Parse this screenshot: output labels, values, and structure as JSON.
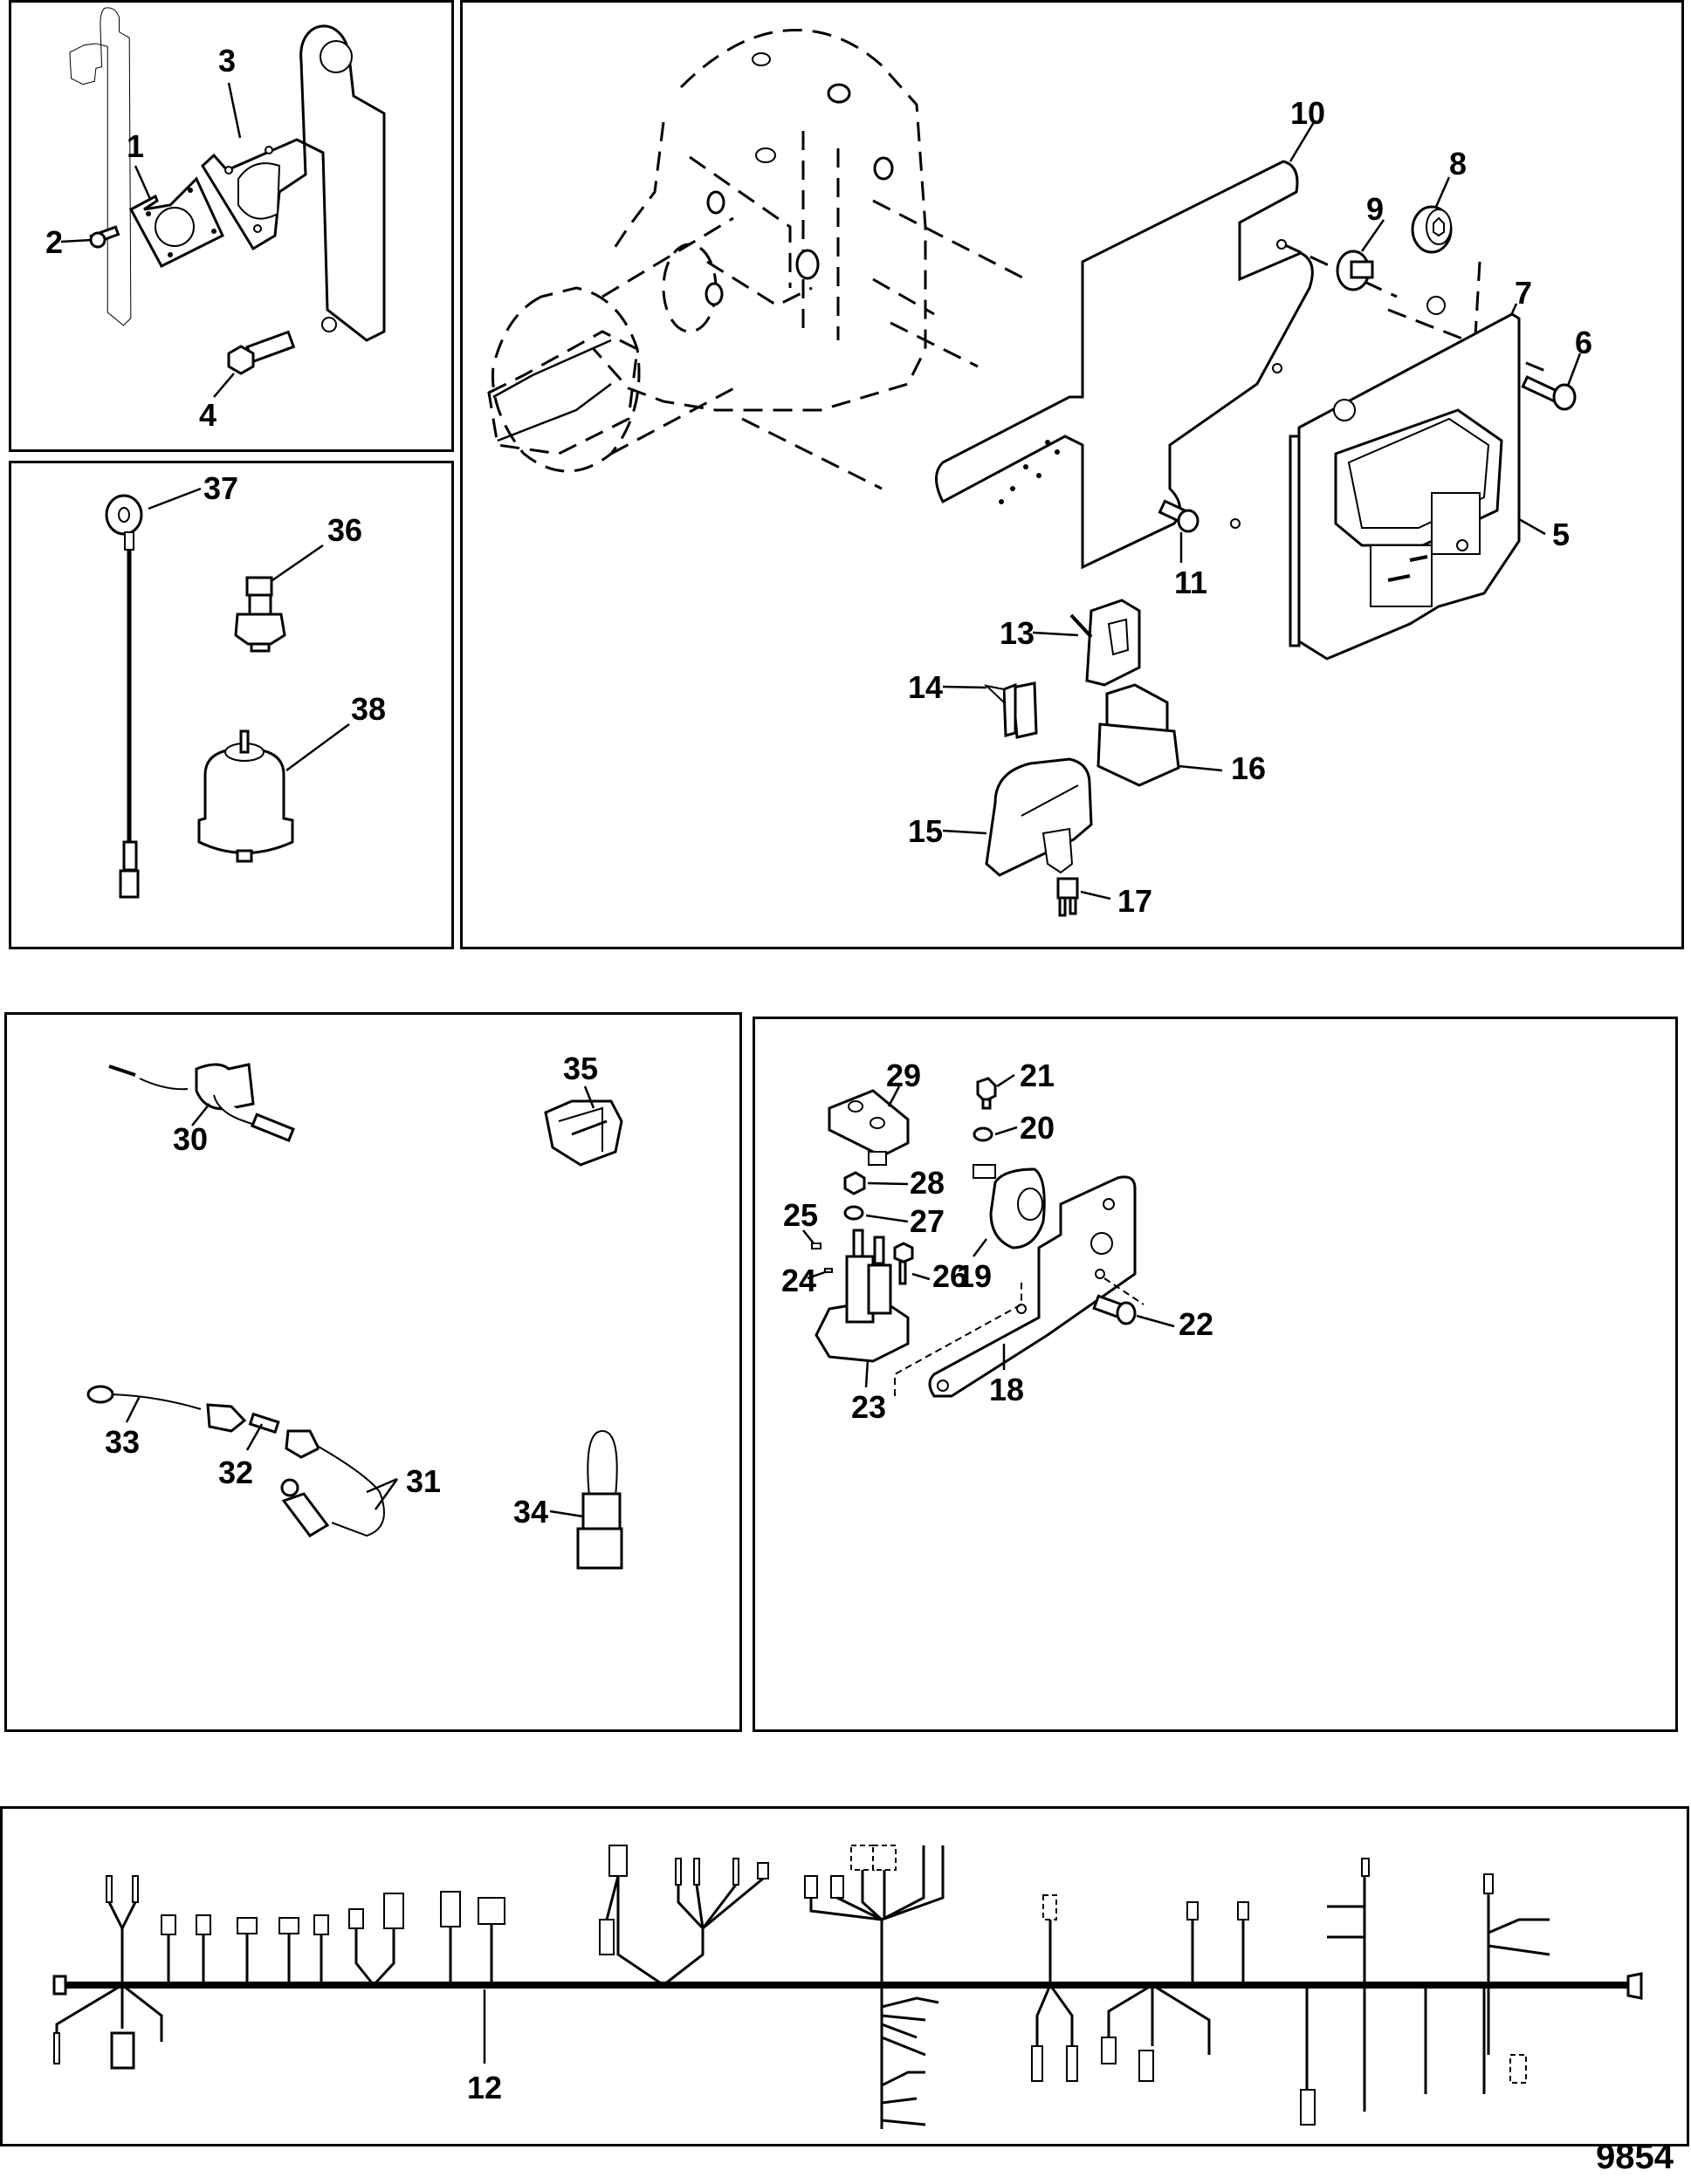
{
  "figure_number": "9854",
  "panels": {
    "bracket": {
      "labels": [
        "1",
        "2",
        "3",
        "4"
      ]
    },
    "sensors": {
      "labels": [
        "36",
        "37",
        "38"
      ]
    },
    "ecm_mount": {
      "labels": [
        "5",
        "6",
        "7",
        "8",
        "9",
        "10",
        "11",
        "13",
        "14",
        "15",
        "16",
        "17"
      ]
    },
    "misc_sensors": {
      "labels": [
        "30",
        "31",
        "32",
        "33",
        "34",
        "35"
      ]
    },
    "solenoid": {
      "labels": [
        "18",
        "19",
        "20",
        "21",
        "22",
        "23",
        "24",
        "25",
        "26",
        "27",
        "28",
        "29"
      ]
    },
    "harness": {
      "labels": [
        "12"
      ]
    }
  },
  "parts": {
    "p1": "1",
    "p2": "2",
    "p3": "3",
    "p4": "4",
    "p5": "5",
    "p6": "6",
    "p7": "7",
    "p8": "8",
    "p9": "9",
    "p10": "10",
    "p11": "11",
    "p12": "12",
    "p13": "13",
    "p14": "14",
    "p15": "15",
    "p16": "16",
    "p17": "17",
    "p18": "18",
    "p19": "19",
    "p20": "20",
    "p21": "21",
    "p22": "22",
    "p23": "23",
    "p24": "24",
    "p25": "25",
    "p26": "26",
    "p27": "27",
    "p28": "28",
    "p29": "29",
    "p30": "30",
    "p31": "31",
    "p32": "32",
    "p33": "33",
    "p34": "34",
    "p35": "35",
    "p36": "36",
    "p37": "37",
    "p38": "38"
  }
}
